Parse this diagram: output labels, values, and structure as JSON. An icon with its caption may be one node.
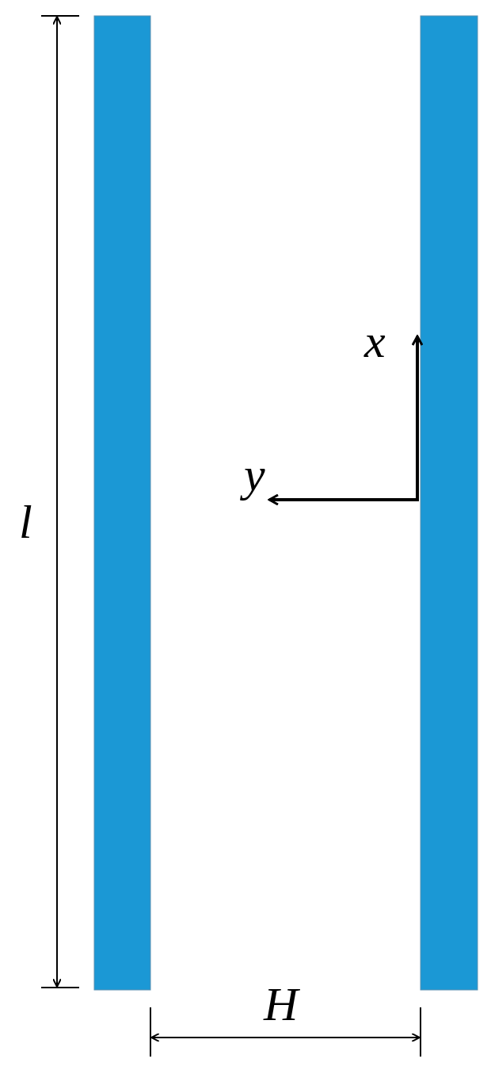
{
  "diagram": {
    "nodes": [
      {
        "text": [],
        "shape": "bar"
      },
      {
        "text": [],
        "shape": "bar"
      }
    ],
    "labels": [
      "l",
      "x",
      "y",
      "H"
    ]
  }
}
